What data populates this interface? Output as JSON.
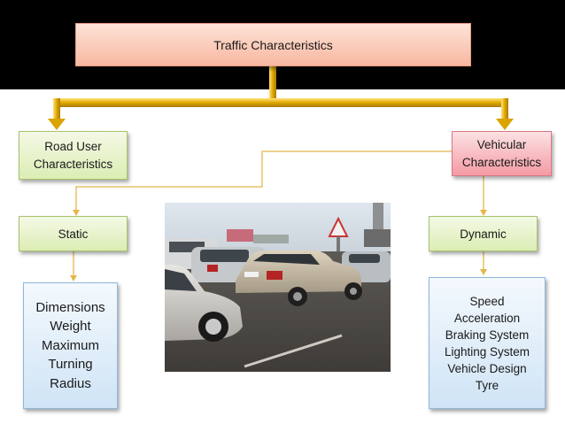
{
  "title": "Traffic Characteristics",
  "left_branch": {
    "label": "Road User Characteristics",
    "sub": "Static",
    "items": [
      "Dimensions",
      "Weight",
      "Maximum",
      "Turning",
      "Radius"
    ]
  },
  "right_branch": {
    "label": "Vehicular Characteristics",
    "sub": "Dynamic",
    "items": [
      "Speed",
      "Acceleration",
      "Braking System",
      "Lighting System",
      "Vehicle Design",
      "Tyre"
    ]
  },
  "photo": {
    "icon": "parked-cars-photo"
  },
  "colors": {
    "band": "#000000",
    "connector_gold": "#d9a300",
    "title_fill": "#f8b7a0",
    "right_fill": "#f49aa3",
    "green_fill": "#dcedb4",
    "blue_fill": "#cfe4f6"
  }
}
